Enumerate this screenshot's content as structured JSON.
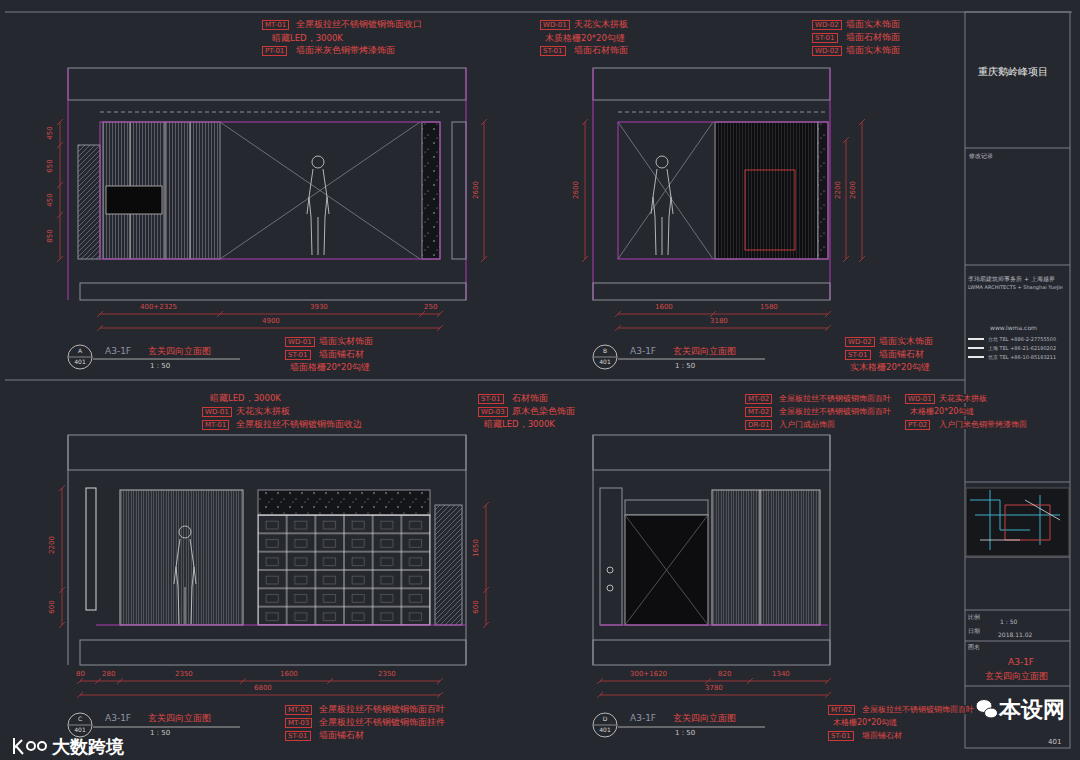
{
  "diagram": {
    "nodes": [
      {
        "text": [
          "A",
          "401"
        ]
      },
      {
        "text": [
          "B",
          "401"
        ]
      },
      {
        "text": [
          "C",
          "401"
        ]
      },
      {
        "text": [
          "D",
          "401"
        ]
      }
    ],
    "labels": [
      "MT-01",
      "全屋板拉丝不锈钢镀铜饰面收口",
      "暗藏LED，3000K",
      "PT-01",
      "墙面米灰色铜带烤漆饰面",
      "WD-01",
      "天花实木拼板",
      "木质格栅20*20勾缝",
      "ST-01",
      "墙面石材饰面",
      "WD-02",
      "墙面实木饰面",
      "ST-01",
      "墙面石材饰面",
      "WD-02",
      "墙面实木饰面",
      "450",
      "650",
      "450",
      "850",
      "2600",
      "400+2325",
      "3930",
      "250",
      "4900",
      "A3-1F",
      "玄关四向立面图",
      "1 : 50",
      "WD-01",
      "墙面实材饰面",
      "ST-01",
      "墙面铺石材",
      "墙面格栅20*20勾缝",
      "2600",
      "2200",
      "2600",
      "1600",
      "1580",
      "3180",
      "A3-1F",
      "玄关四向立面图",
      "1 : 50",
      "WD-02",
      "墙面实木饰面",
      "ST-01",
      "墙面铺石材",
      "实木格栅20*20勾缝",
      "暗藏LED，3000K",
      "WD-01",
      "天花实木拼板",
      "MT-01",
      "全屋板拉丝不锈钢镀铜饰面收边",
      "ST-01",
      "石材饰面",
      "WD-03",
      "原木色染色饰面",
      "暗藏LED，3000K",
      "2200",
      "600",
      "1650",
      "600",
      "80",
      "280",
      "2350",
      "1600",
      "2350",
      "6800",
      "A3-1F",
      "玄关四向立面图",
      "1 : 50",
      "MT-02",
      "全屋板拉丝不锈钢镀铜饰面百叶",
      "MT-03",
      "全屋板拉丝不锈钢镀铜饰面挂件",
      "ST-01",
      "墙面铺石材",
      "MT-02",
      "全屋板拉丝不锈钢镀铜饰面百叶",
      "MT-02",
      "全屋板拉丝不锈钢镀铜饰面百叶",
      "DR-01",
      "入户门成品饰面",
      "WD-01",
      "天花实木拼板",
      "木格栅20*20勾缝",
      "PT-02",
      "入户门米色铜带烤漆饰面",
      "300+1620",
      "820",
      "1340",
      "3780",
      "A3-1F",
      "玄关四向立面图",
      "1 : 50",
      "MT-02",
      "全屋板拉丝不锈钢镀铜饰面百叶",
      "木格栅20*20勾缝",
      "ST-01",
      "墙面铺石材",
      "重庆鹅岭峰项目",
      "修改记录",
      "李玮珉建筑师事务所 + 上海越界",
      "LWMA ARCHITECTS + Shanghai YueJie",
      "www.lwma.com",
      "台北 TEL +886-2-27755500",
      "上海 TEL +86-21-62180202",
      "北京 TEL +86-10-85183211",
      "比例",
      "1 : 50",
      "日期",
      "2018.11.02",
      "图名",
      "A3-1F",
      "玄关四向立面图",
      "401",
      "本设网",
      "大数跨境"
    ]
  }
}
